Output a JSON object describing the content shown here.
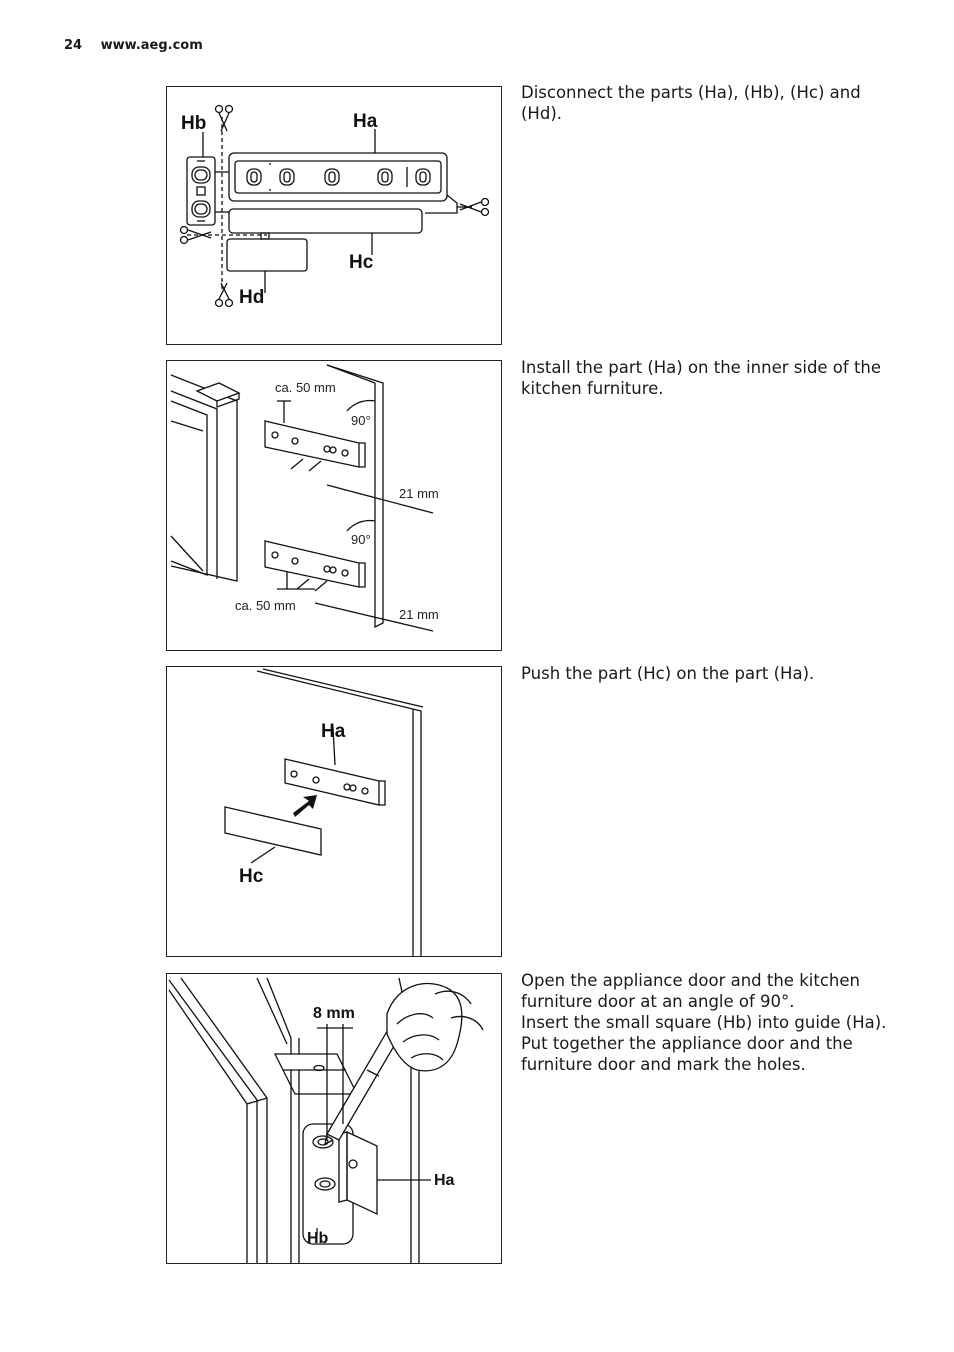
{
  "header": {
    "page_number": "24",
    "website": "www.aeg.com"
  },
  "steps": [
    {
      "text": [
        "Disconnect the parts (Ha), (Hb), (Hc) and (Hd)."
      ],
      "labels": {
        "ha": "Ha",
        "hb": "Hb",
        "hc": "Hc",
        "hd": "Hd"
      }
    },
    {
      "text": [
        "Install the part (Ha) on the inner side of the kitchen furniture."
      ],
      "labels": {
        "top_offset": "ca. 50 mm",
        "bottom_offset": "ca. 50 mm",
        "angle_top": "90°",
        "angle_bottom": "90°",
        "depth_top": "21 mm",
        "depth_bottom": "21 mm"
      }
    },
    {
      "text": [
        "Push the part (Hc) on the part (Ha)."
      ],
      "labels": {
        "ha": "Ha",
        "hc": "Hc"
      }
    },
    {
      "text": [
        "Open the appliance door and the kitchen furniture door at an angle of 90°.",
        "Insert the small square (Hb) into guide (Ha).",
        "Put together the appliance door and the furniture door and mark the holes."
      ],
      "labels": {
        "gap": "8 mm",
        "ha": "Ha",
        "hb": "Hb"
      }
    }
  ]
}
